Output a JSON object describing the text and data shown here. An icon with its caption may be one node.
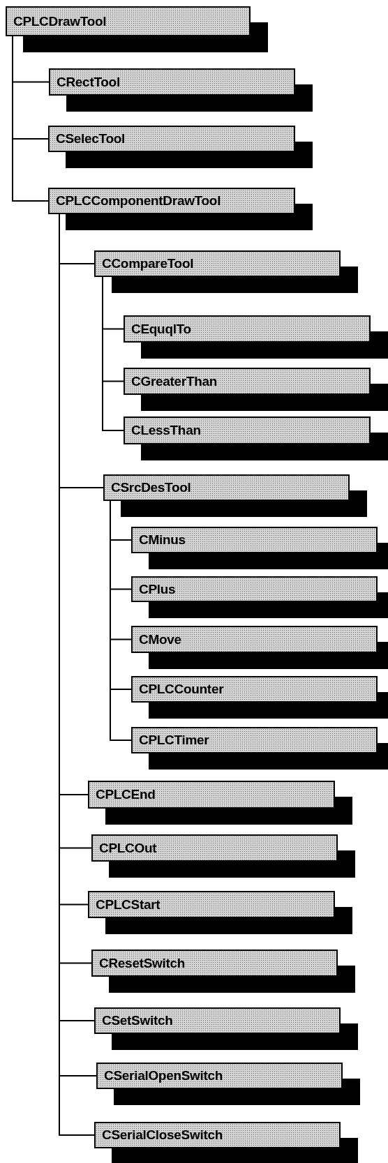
{
  "diagram": {
    "nodes": [
      {
        "text": [
          "CPLCDrawTool"
        ]
      },
      {
        "text": [
          "CRectTool"
        ]
      },
      {
        "text": [
          "CSelecTool"
        ]
      },
      {
        "text": [
          "CPLCComponentDrawTool"
        ]
      },
      {
        "text": [
          "CCompareTool"
        ]
      },
      {
        "text": [
          "CEquqlTo"
        ]
      },
      {
        "text": [
          "CGreaterThan"
        ]
      },
      {
        "text": [
          "CLessThan"
        ]
      },
      {
        "text": [
          "CSrcDesTool"
        ]
      },
      {
        "text": [
          "CMinus"
        ]
      },
      {
        "text": [
          "CPlus"
        ]
      },
      {
        "text": [
          "CMove"
        ]
      },
      {
        "text": [
          "CPLCCounter"
        ]
      },
      {
        "text": [
          "CPLCTimer"
        ]
      },
      {
        "text": [
          "CPLCEnd"
        ]
      },
      {
        "text": [
          "CPLCOut"
        ]
      },
      {
        "text": [
          "CPLCStart"
        ]
      },
      {
        "text": [
          "CResetSwitch"
        ]
      },
      {
        "text": [
          "CSetSwitch"
        ]
      },
      {
        "text": [
          "CSerialOpenSwitch"
        ]
      },
      {
        "text": [
          "CSerialCloseSwitch"
        ]
      }
    ],
    "edges": [
      {
        "from": 0,
        "to": 1,
        "arrow": "none"
      },
      {
        "from": 0,
        "to": 2,
        "arrow": "none"
      },
      {
        "from": 0,
        "to": 3,
        "arrow": "none"
      },
      {
        "from": 3,
        "to": 4,
        "arrow": "none"
      },
      {
        "from": 4,
        "to": 5,
        "arrow": "none"
      },
      {
        "from": 4,
        "to": 6,
        "arrow": "none"
      },
      {
        "from": 4,
        "to": 7,
        "arrow": "none"
      },
      {
        "from": 3,
        "to": 8,
        "arrow": "none"
      },
      {
        "from": 8,
        "to": 9,
        "arrow": "none"
      },
      {
        "from": 8,
        "to": 10,
        "arrow": "none"
      },
      {
        "from": 8,
        "to": 11,
        "arrow": "none"
      },
      {
        "from": 8,
        "to": 12,
        "arrow": "none"
      },
      {
        "from": 8,
        "to": 13,
        "arrow": "none"
      },
      {
        "from": 3,
        "to": 14,
        "arrow": "none"
      },
      {
        "from": 3,
        "to": 15,
        "arrow": "none"
      },
      {
        "from": 3,
        "to": 16,
        "arrow": "none"
      },
      {
        "from": 3,
        "to": 17,
        "arrow": "none"
      },
      {
        "from": 3,
        "to": 18,
        "arrow": "none"
      },
      {
        "from": 3,
        "to": 19,
        "arrow": "none"
      },
      {
        "from": 3,
        "to": 20,
        "arrow": "none"
      }
    ]
  }
}
